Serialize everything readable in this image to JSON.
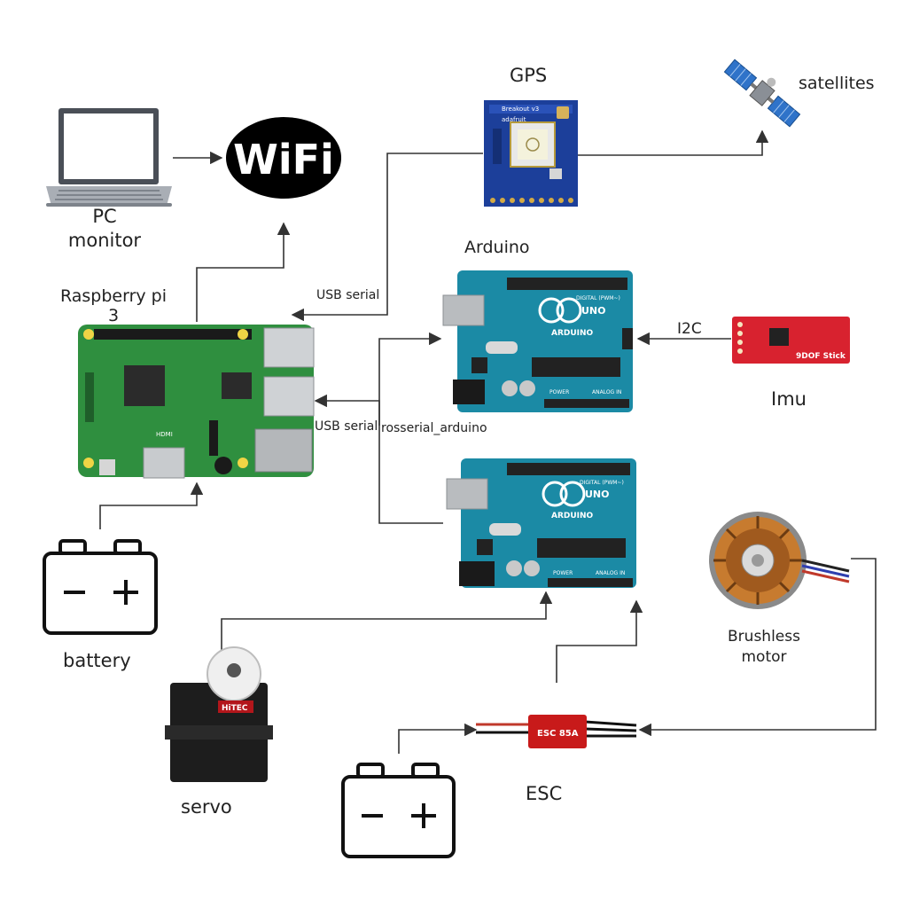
{
  "labels": {
    "pc_line1": "PC",
    "pc_line2": "monitor",
    "wifi": "WiFi",
    "gps": "GPS",
    "satellites": "satellites",
    "arduino": "Arduino",
    "rpi_line1": "Raspberry pi",
    "rpi_line2": "3",
    "usb_serial_top": "USB serial",
    "usb_serial_bottom": "USB serial",
    "rosserial": "rosserial_arduino",
    "i2c": "I2C",
    "imu": "Imu",
    "battery": "battery",
    "brushless_line1": "Brushless",
    "brushless_line2": "motor",
    "servo": "servo",
    "esc": "ESC"
  },
  "board_text": {
    "gps_breakout": "Breakout v3",
    "gps_vendor": "adafruit",
    "arduino_brand": "ARDUINO",
    "arduino_model": "UNO",
    "arduino_digital": "DIGITAL (PWM~)",
    "arduino_power": "POWER",
    "arduino_analog": "ANALOG IN",
    "imu_model": "9DOF Stick",
    "esc_model": "ESC 85A",
    "servo_brand": "HiTEC",
    "rpi_hdmi": "HDMI"
  },
  "colors": {
    "line": "#333333",
    "arduino_teal": "#1b8aa5",
    "rpi_green": "#2f8f3f",
    "gps_blue": "#1c3f9a",
    "imu_red": "#d8222f",
    "esc_red": "#c81a1a"
  }
}
